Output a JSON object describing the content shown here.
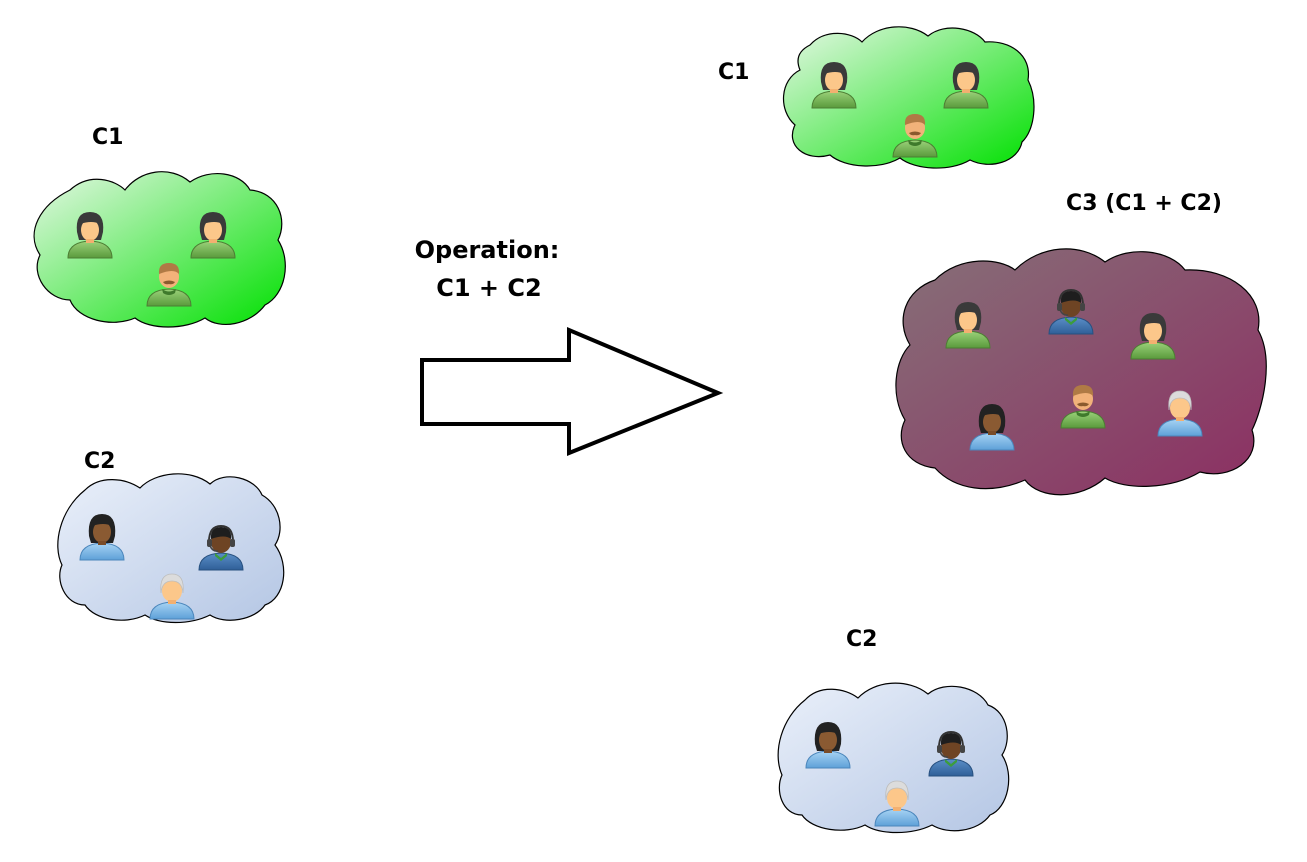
{
  "labels": {
    "c1_left": "C1",
    "c2_left": "C2",
    "operation_line1": "Operation:",
    "operation_line2": "C1 + C2",
    "c1_right": "C1",
    "c3_right": "C3 (C1 + C2)",
    "c2_right": "C2"
  },
  "colors": {
    "c1_fill_start": "#e6f7e6",
    "c1_fill_end": "#00e000",
    "c2_fill_start": "#e8eef8",
    "c2_fill_end": "#b8c8e4",
    "c3_fill_start": "#866e78",
    "c3_fill_end": "#8c3062"
  },
  "icons": {
    "c1_members": [
      "female-user-icon",
      "female-user-icon",
      "mustached-male-user-icon"
    ],
    "c2_members": [
      "dark-female-user-icon",
      "headset-support-user-icon",
      "elderly-user-icon"
    ],
    "c3_members": [
      "female-user-icon",
      "headset-support-user-icon",
      "female-user-icon",
      "dark-female-user-icon",
      "mustached-male-user-icon",
      "elderly-user-icon"
    ]
  }
}
